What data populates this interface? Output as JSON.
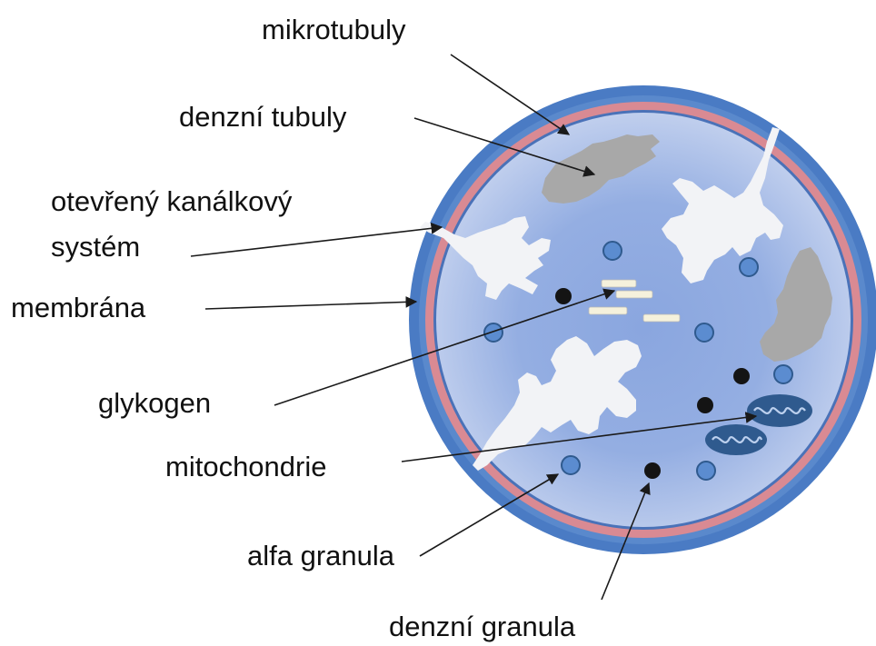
{
  "labels": {
    "mikrotubuly": "mikrotubuly",
    "denzni_tubuly": "denzní tubuly",
    "otevreny_line1": "otevřený kanálkový",
    "otevreny_line2": "systém",
    "membrana": "membrána",
    "glykogen": "glykogen",
    "mitochondrie": "mitochondrie",
    "alfa_granula": "alfa granula",
    "denzni_granula": "denzní granula"
  },
  "colors": {
    "membrane_outer": "#4a7bc4",
    "microtubule_ring": "#d98a93",
    "cytoplasm": "#a9bde6",
    "cytoplasm_center": "#8ea9e0",
    "canal_system": "#f2f3f6",
    "dense_tubules": "#a8a8a8",
    "alpha_granule": "#5b8cd0",
    "dense_granule": "#141414",
    "mitochondrion": "#2f5a8e"
  }
}
